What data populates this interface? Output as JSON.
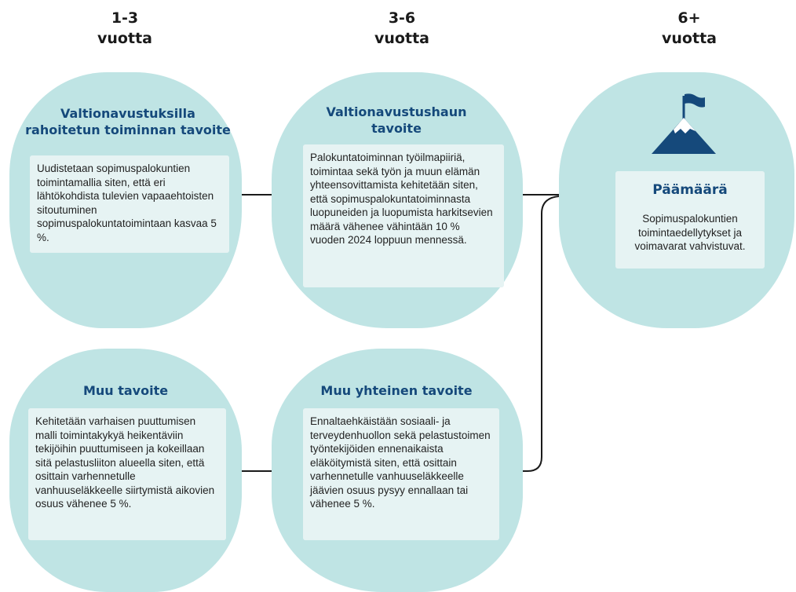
{
  "columns": [
    {
      "line1": "1-3",
      "line2": "vuotta"
    },
    {
      "line1": "3-6",
      "line2": "vuotta"
    },
    {
      "line1": "6+",
      "line2": "vuotta"
    }
  ],
  "blocks": {
    "vaka1": {
      "title": "Valtionavustuksilla rahoitetun toiminnan tavoite",
      "text": "Uudistetaan sopimuspalokuntien toimintamallia siten, että eri lähtökohdista tulevien vapaaehtoisten sitoutuminen sopimuspalokuntatoimintaan kasvaa 5 %."
    },
    "vaka2": {
      "title": "Valtionavustushaun tavoite",
      "text": "Palokuntatoiminnan työilmapiiriä, toimintaa sekä työn ja muun elämän yhteensovittamista kehitetään siten, että sopimuspalokuntatoiminnasta luopuneiden ja luopumista harkitsevien määrä vähenee vähintään 10 % vuoden 2024 loppuun mennessä."
    },
    "muu1": {
      "title": "Muu tavoite",
      "text": "Kehitetään varhaisen puuttumisen malli toimintakykyä heikentäviin tekijöihin puuttumiseen ja kokeillaan sitä pelastusliiton alueella siten, että osittain varhennetulle vanhuuseläkkeelle siirtymistä aikovien osuus vähenee 5 %."
    },
    "muu2": {
      "title": "Muu yhteinen tavoite",
      "text": "Ennaltaehkäistään sosiaali- ja terveydenhuollon sekä pelastustoimen työntekijöiden ennenaikaista eläköitymistä siten, että osittain varhennetulle vanhuuseläkkeelle jäävien osuus pysyy ennallaan tai vähenee 5 %."
    },
    "goal": {
      "title": "Päämäärä",
      "text": "Sopimuspalokuntien toimintaedellytykset ja voimavarat vahvistuvat.",
      "icon": "mountain-flag-icon"
    }
  },
  "colors": {
    "blob": "#bfe4e4",
    "card": "#e6f3f3",
    "title": "#15497b",
    "connector": "#1a1a1a"
  }
}
